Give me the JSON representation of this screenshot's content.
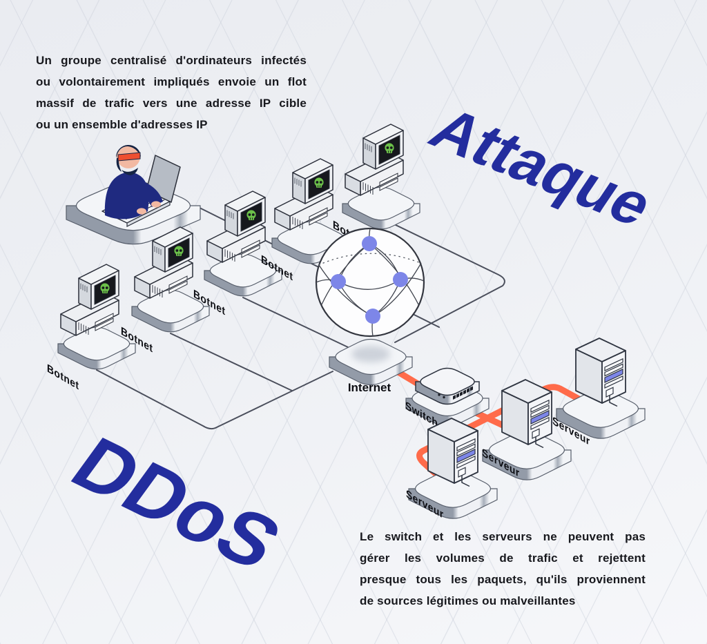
{
  "titles": {
    "attack": "Attaque",
    "ddos": "DDoS"
  },
  "labels": {
    "botnet": "Botnet",
    "internet": "Internet",
    "switch": "Switch",
    "server": "Serveur"
  },
  "intro": {
    "lines": [
      "Un groupe centralisé d'ordinateurs infectés",
      "ou volontairement impliqués envoie un flot",
      "massif de trafic vers une adresse IP cible",
      "ou un ensemble d'adresses IP"
    ]
  },
  "outro": {
    "lines": [
      "Le switch et les serveurs ne peuvent pas",
      "gérer les volumes de trafic et rejettent",
      "presque tous les paquets, qu'ils proviennent",
      "de sources légitimes ou malveillantes"
    ]
  },
  "icons": {
    "skull": "skull-icon",
    "globe": "globe-network-icon"
  },
  "colors": {
    "navy": "#232d9e",
    "orange": "#ff6b4a",
    "purple": "#7d86e8",
    "green": "#6cc04a",
    "ink": "#17181d"
  }
}
